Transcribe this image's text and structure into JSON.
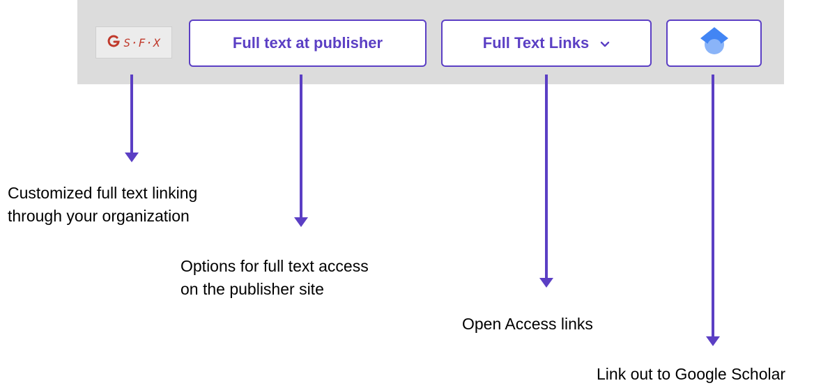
{
  "toolbar": {
    "sfx_logo_text": "S·F·X",
    "publisher_button_label": "Full text at publisher",
    "full_text_links_label": "Full Text Links",
    "scholar_button_icon": "google-scholar-icon",
    "accent_color": "#5b3fc4",
    "background_color": "#dcdcdc"
  },
  "annotations": {
    "sfx": [
      "Customized full text linking",
      "through your organization"
    ],
    "publisher": [
      "Options for full text access",
      "on the publisher site"
    ],
    "links": [
      "Open Access links"
    ],
    "scholar": [
      "Link out to Google Scholar"
    ]
  }
}
